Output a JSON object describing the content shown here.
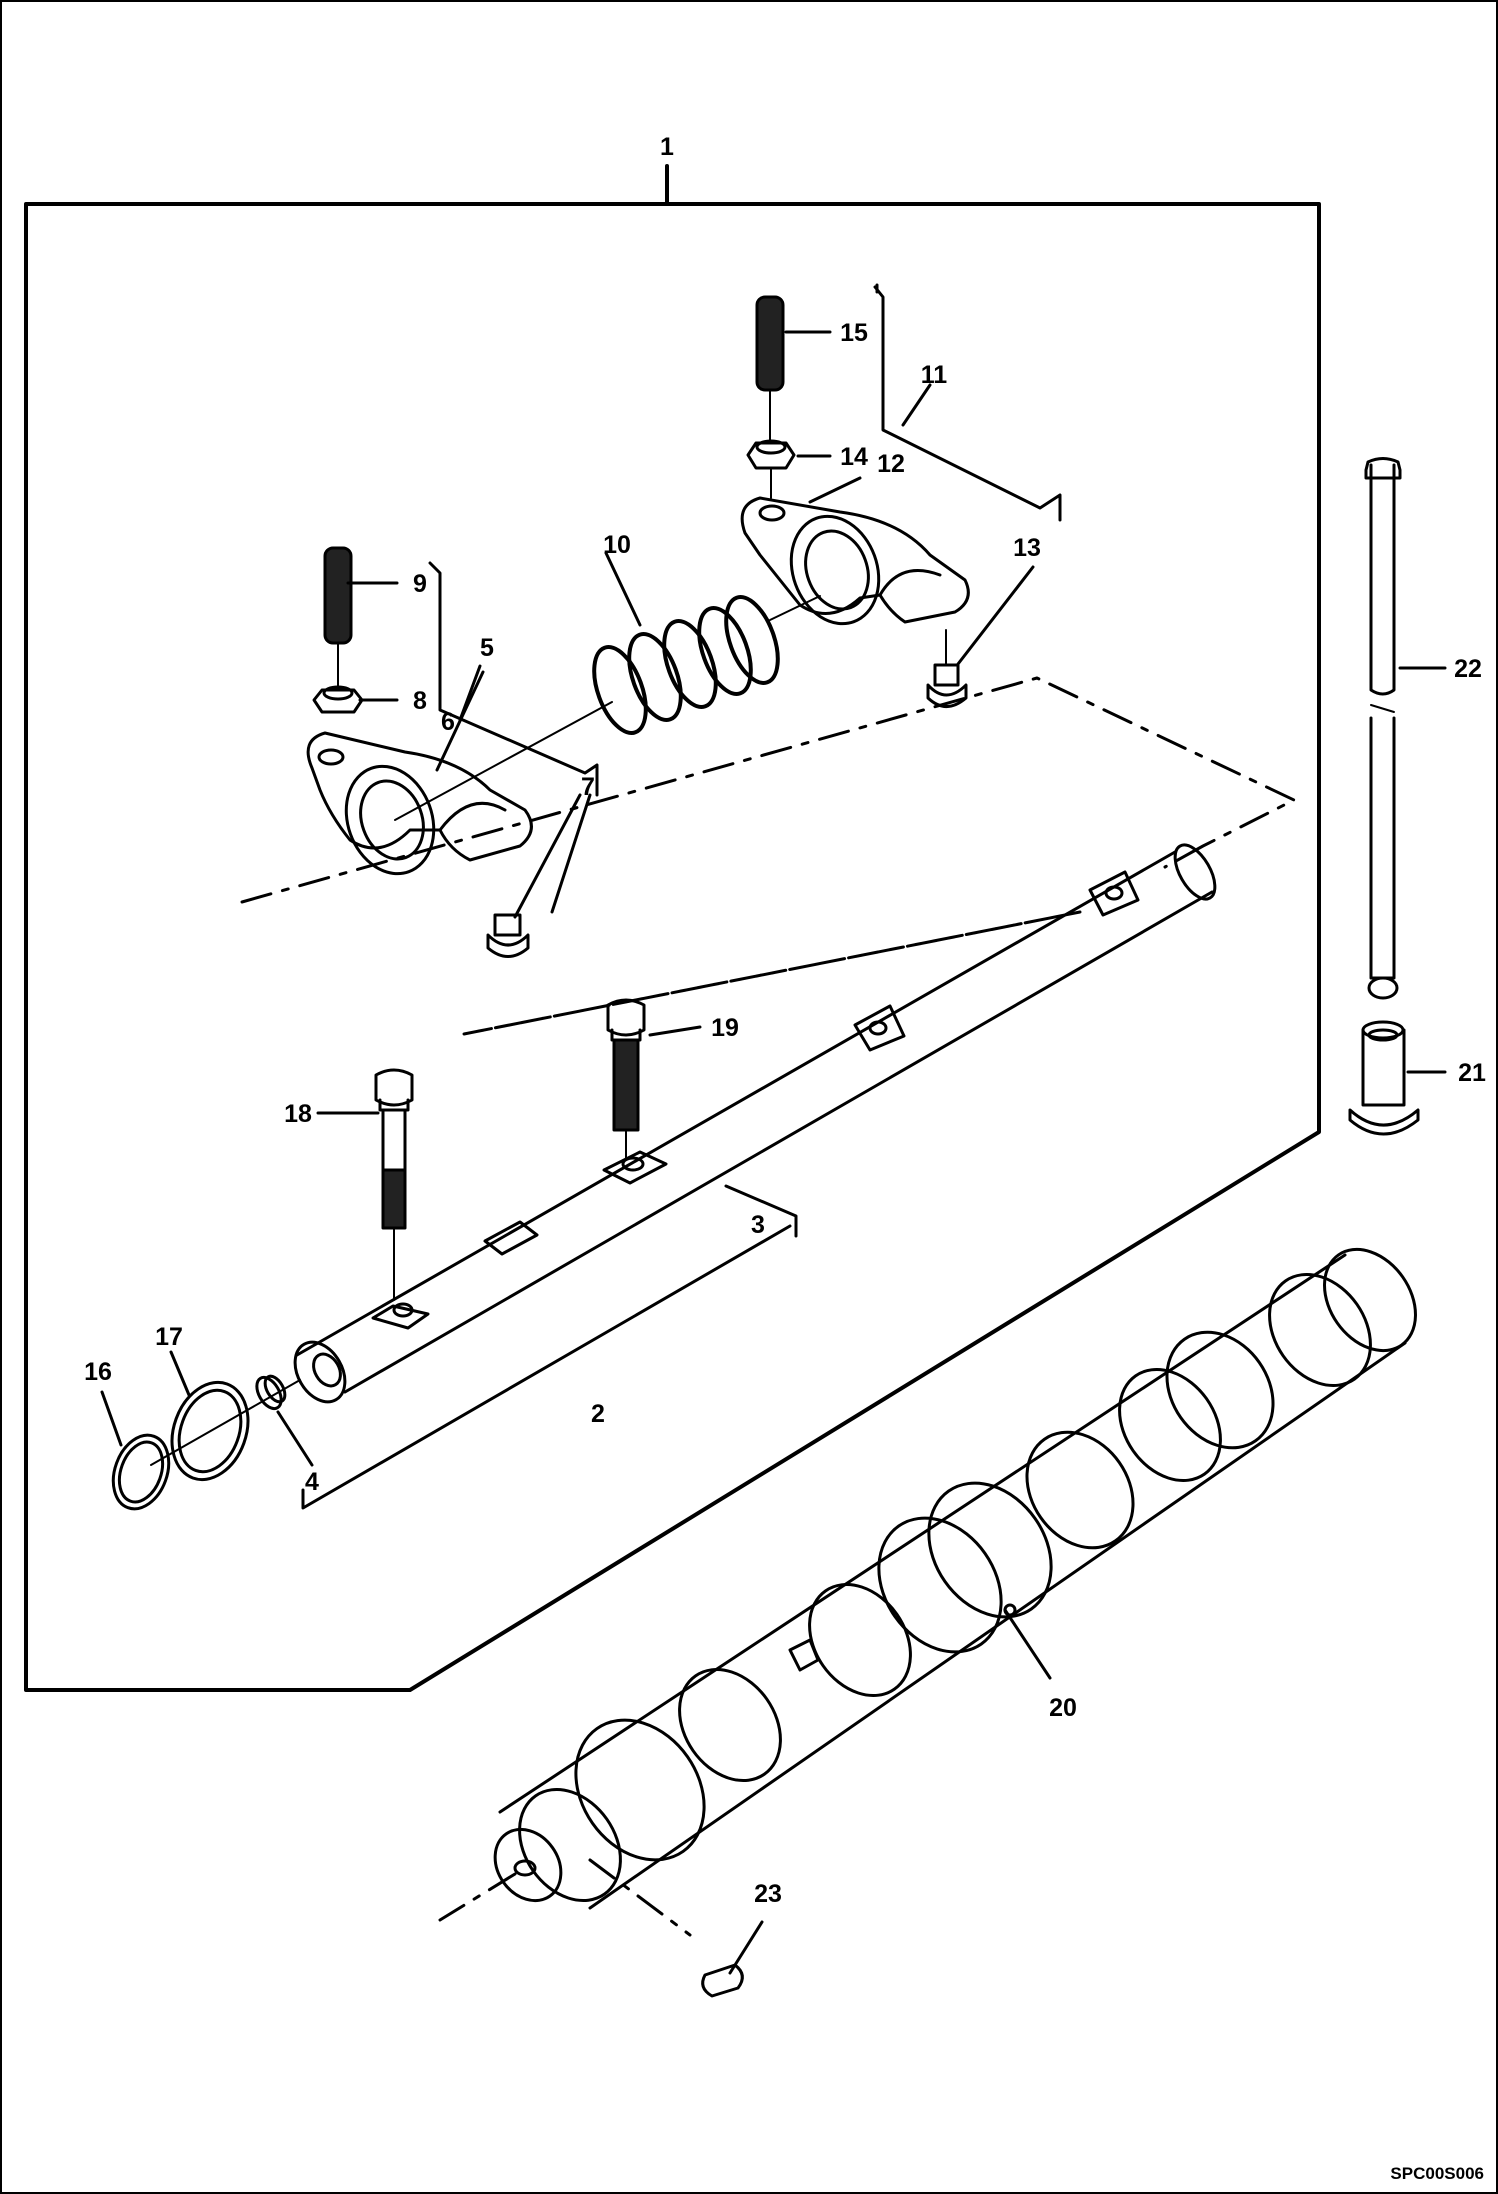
{
  "drawing_code": "SPC00S006",
  "callouts": [
    {
      "id": "c1",
      "label": "1"
    },
    {
      "id": "c2",
      "label": "2"
    },
    {
      "id": "c3",
      "label": "3"
    },
    {
      "id": "c4",
      "label": "4"
    },
    {
      "id": "c5",
      "label": "5"
    },
    {
      "id": "c6",
      "label": "6"
    },
    {
      "id": "c7",
      "label": "7"
    },
    {
      "id": "c8",
      "label": "8"
    },
    {
      "id": "c9",
      "label": "9"
    },
    {
      "id": "c10",
      "label": "10"
    },
    {
      "id": "c11",
      "label": "11"
    },
    {
      "id": "c12",
      "label": "12"
    },
    {
      "id": "c13",
      "label": "13"
    },
    {
      "id": "c14",
      "label": "14"
    },
    {
      "id": "c15",
      "label": "15"
    },
    {
      "id": "c16",
      "label": "16"
    },
    {
      "id": "c17",
      "label": "17"
    },
    {
      "id": "c18",
      "label": "18"
    },
    {
      "id": "c19",
      "label": "19"
    },
    {
      "id": "c20",
      "label": "20"
    },
    {
      "id": "c21",
      "label": "21"
    },
    {
      "id": "c22",
      "label": "22"
    },
    {
      "id": "c23",
      "label": "23"
    }
  ]
}
